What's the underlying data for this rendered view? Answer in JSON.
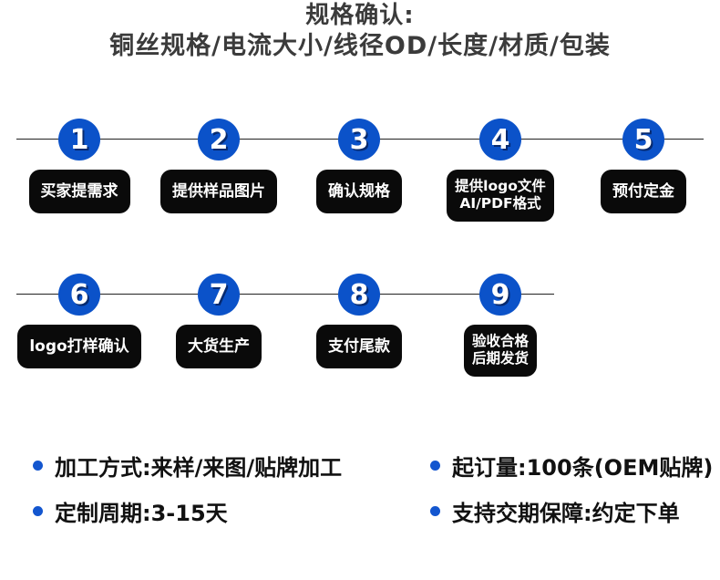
{
  "colors": {
    "accent_blue": "#0b52c9",
    "number_shadow": "#072a6f",
    "box_black": "#0a0a0a",
    "title_gray": "#3b3b3b",
    "line_black": "#222222"
  },
  "title": {
    "line1": "规格确认:",
    "line2": "铜丝规格/电流大小/线径OD/长度/材质/包装"
  },
  "flow": {
    "row1": {
      "steps": [
        {
          "num": "1",
          "label": "买家提需求"
        },
        {
          "num": "2",
          "label": "提供样品图片"
        },
        {
          "num": "3",
          "label": "确认规格"
        },
        {
          "num": "4",
          "label": "提供logo文件",
          "label2": "AI/PDF格式"
        },
        {
          "num": "5",
          "label": "预付定金"
        }
      ]
    },
    "row2": {
      "steps": [
        {
          "num": "6",
          "label": "logo打样确认"
        },
        {
          "num": "7",
          "label": "大货生产"
        },
        {
          "num": "8",
          "label": "支付尾款"
        },
        {
          "num": "9",
          "label": "验收合格",
          "label2": "后期发货"
        }
      ]
    }
  },
  "notes": [
    {
      "text": "加工方式:来样/来图/贴牌加工"
    },
    {
      "text": "定制周期:3-15天"
    },
    {
      "text": "起订量:100条(OEM贴牌)"
    },
    {
      "text": "支持交期保障:约定下单"
    }
  ]
}
